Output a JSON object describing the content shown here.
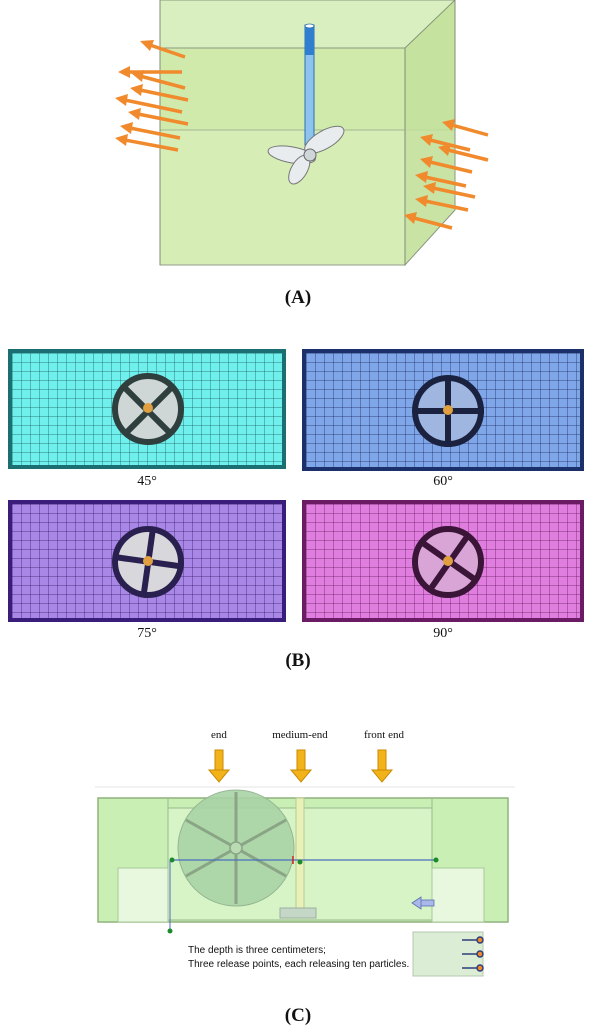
{
  "panels": {
    "a": {
      "label": "(A)"
    },
    "b": {
      "label": "(B)",
      "tiles": [
        {
          "angle": "45°",
          "fill": "#6ff0ec",
          "border": "#1b6f72",
          "blade_deg": 45
        },
        {
          "angle": "60°",
          "fill": "#7fa6e8",
          "border": "#1b2f6a",
          "blade_deg": 0
        },
        {
          "angle": "75°",
          "fill": "#a987e6",
          "border": "#3a1d7a",
          "blade_deg": 15
        },
        {
          "angle": "90°",
          "fill": "#e07ee0",
          "border": "#6a1b63",
          "blade_deg": 30
        }
      ]
    },
    "c": {
      "label": "(C)",
      "markers": {
        "end": "end",
        "medium_end": "medium-end",
        "front_end": "front end"
      },
      "caption_line1": "The depth is three centimeters;",
      "caption_line2": "Three release points, each releasing ten particles."
    }
  },
  "colors": {
    "tank_green": "#c9e8a8",
    "arrow_orange": "#f08a2c",
    "shaft_blue": "#3a8fd8",
    "marker_yellow": "#f2b31a"
  }
}
